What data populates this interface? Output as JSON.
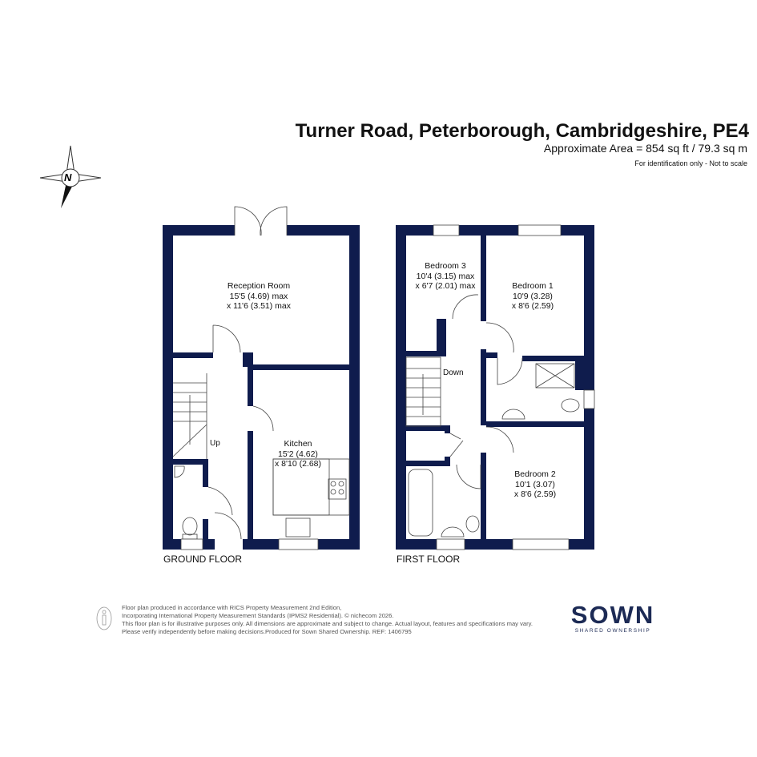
{
  "header": {
    "title": "Turner Road, Peterborough, Cambridgeshire, PE4",
    "area": "Approximate Area = 854 sq ft / 79.3 sq m",
    "note": "For identification only - Not to scale"
  },
  "compass": {
    "label": "N"
  },
  "ground_floor": {
    "label": "GROUND FLOOR",
    "rooms": [
      {
        "name": "Reception Room",
        "dim1": "15'5 (4.69) max",
        "dim2": "x 11'6 (3.51) max"
      },
      {
        "name": "Kitchen",
        "dim1": "15'2 (4.62)",
        "dim2": "x 8'10 (2.68)"
      }
    ],
    "stairs_label": "Up"
  },
  "first_floor": {
    "label": "FIRST FLOOR",
    "rooms": [
      {
        "name": "Bedroom 3",
        "dim1": "10'4 (3.15) max",
        "dim2": "x 6'7 (2.01) max"
      },
      {
        "name": "Bedroom 1",
        "dim1": "10'9 (3.28)",
        "dim2": "x 8'6 (2.59)"
      },
      {
        "name": "Bedroom 2",
        "dim1": "10'1 (3.07)",
        "dim2": "x 8'6 (2.59)"
      }
    ],
    "stairs_label": "Down"
  },
  "footer": {
    "lines": [
      "Floor plan produced in accordance with RICS Property Measurement 2nd Edition,",
      "Incorporating International Property Measurement Standards (IPMS2 Residential).  © nichecom 2026.",
      "This floor plan is for illustrative purposes only. All dimensions are approximate and subject to change. Actual layout, features and specifications may vary.",
      "Please verify independently before making decisions.Produced for Sown Shared Ownership.   REF:  1406795"
    ]
  },
  "brand": {
    "name": "SOWN",
    "tagline": "SHARED OWNERSHIP"
  },
  "colors": {
    "wall": "#0f1c4d",
    "text": "#111111"
  }
}
